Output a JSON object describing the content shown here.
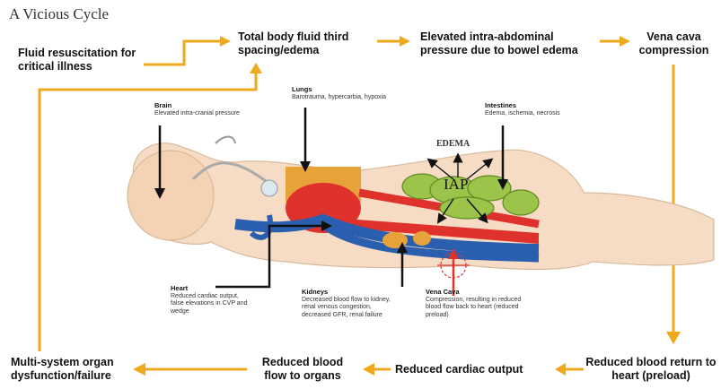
{
  "title": "A Vicious Cycle",
  "flow": {
    "fluid": "Fluid resuscitation for critical illness",
    "third_spacing": "Total body fluid third spacing/edema",
    "iap": "Elevated intra-abdominal pressure due to bowel edema",
    "vena_cava": "Vena cava compression",
    "reduced_return": "Reduced blood return to heart (preload)",
    "cardiac_output": "Reduced cardiac output",
    "blood_flow": "Reduced blood flow to organs",
    "multi_system": "Multi-system organ dysfunction/failure"
  },
  "labels": {
    "brain_title": "Brain",
    "brain_text": "Elevated intra-cranial pressure",
    "lungs_title": "Lungs",
    "lungs_text": "Barotrauma, hypercarbia, hypoxia",
    "intestines_title": "Intestines",
    "intestines_text": "Edema, ischemia, necrosis",
    "edema": "EDEMA",
    "iap": "IAP",
    "heart_title": "Heart",
    "heart_text": "Reduced cardiac output, false elevations in CVP and wedge",
    "kidneys_title": "Kidneys",
    "kidneys_text": "Decreased blood flow to kidney, renal venous congestion, decreased GFR, renal failure",
    "vena_title": "Vena Cava",
    "vena_text": "Compression, resulting in reduced blood flow back to heart (reduced preload)"
  },
  "colors": {
    "arrow": "#f0a81c",
    "artery": "#e0322c",
    "vein": "#2a5fb0",
    "intestine": "#9cc44a",
    "skin": "#f6dcc4",
    "kidney": "#e8a23a"
  }
}
